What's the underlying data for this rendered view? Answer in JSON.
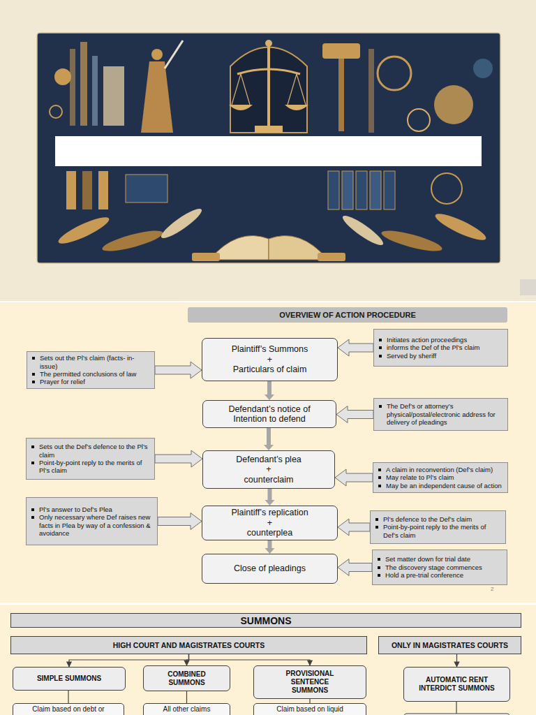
{
  "diagram": {
    "nodes": [
      {
        "text": [
          "OVERVIEW OF ACTION PROCEDURE"
        ]
      },
      {
        "text": [
          "Plaintiff’s Summons",
          "+",
          "Particulars of claim"
        ]
      },
      {
        "text": [
          "Sets out the Pl’s claim (facts- in-issue)",
          "The permitted conclusions of law",
          "Prayer for relief"
        ]
      },
      {
        "text": [
          "Initiates action proceedings",
          "informs the Def of the Pl’s claim",
          "Served by sheriff"
        ]
      },
      {
        "text": [
          "Defendant’s notice of Intention to defend"
        ]
      },
      {
        "text": [
          "The Def’s or attorney’s physical/postal/electronic address for delivery of pleadings"
        ]
      },
      {
        "text": [
          "Sets out the Def’s defence to the Pl’s claim",
          "Point-by-point reply to the merits of Pl’s claim"
        ]
      },
      {
        "text": [
          "Defendant’s plea",
          "+",
          "counterclaim"
        ]
      },
      {
        "text": [
          "A claim in reconvention (Def’s claim)",
          "May relate to Pl’s claim",
          "May be an independent cause of action"
        ]
      },
      {
        "text": [
          "Pl’s answer to Def’s Plea",
          "Only necessary where Def raises new facts in Plea by way of a confession & avoidance"
        ]
      },
      {
        "text": [
          "Plaintiff’s replication",
          "+",
          "counterplea"
        ]
      },
      {
        "text": [
          "Pl’s defence to the Def’s claim",
          "Point-by-point reply to the merits of Def’s claim"
        ]
      },
      {
        "text": [
          "Close of pleadings"
        ]
      },
      {
        "text": [
          "Set matter down for trial date",
          "The discovery stage commences",
          "Hold a pre-trial conference"
        ]
      },
      {
        "text": [
          "SUMMONS"
        ]
      },
      {
        "text": [
          "HIGH COURT AND MAGISTRATES COURTS"
        ]
      },
      {
        "text": [
          "ONLY IN MAGISTRATES COURTS"
        ]
      },
      {
        "text": [
          "SIMPLE SUMMONS"
        ]
      },
      {
        "text": [
          "COMBINED SUMMONS"
        ]
      },
      {
        "text": [
          "PROVISIONAL SENTENCE SUMMONS"
        ]
      },
      {
        "text": [
          "AUTOMATIC RENT INTERDICT SUMMONS"
        ]
      },
      {
        "text": [
          "Claim based on debt or"
        ]
      },
      {
        "text": [
          "All other claims"
        ]
      },
      {
        "text": [
          "Claim based on liquid"
        ]
      }
    ],
    "edges": [
      {
        "from": 2,
        "to": 1,
        "arrow": "to"
      },
      {
        "from": 3,
        "to": 1,
        "arrow": "to"
      },
      {
        "from": 5,
        "to": 4,
        "arrow": "to"
      },
      {
        "from": 6,
        "to": 7,
        "arrow": "to"
      },
      {
        "from": 8,
        "to": 7,
        "arrow": "to"
      },
      {
        "from": 9,
        "to": 10,
        "arrow": "to"
      },
      {
        "from": 11,
        "to": 10,
        "arrow": "to"
      },
      {
        "from": 13,
        "to": 12,
        "arrow": "to"
      },
      {
        "from": 1,
        "to": 4,
        "arrow": "to"
      },
      {
        "from": 4,
        "to": 7,
        "arrow": "to"
      },
      {
        "from": 7,
        "to": 10,
        "arrow": "to"
      },
      {
        "from": 10,
        "to": 12,
        "arrow": "to"
      },
      {
        "from": 15,
        "to": 17,
        "arrow": "to"
      },
      {
        "from": 15,
        "to": 18,
        "arrow": "to"
      },
      {
        "from": 15,
        "to": 19,
        "arrow": "to"
      },
      {
        "from": 16,
        "to": 20,
        "arrow": "to"
      },
      {
        "from": 17,
        "to": 21,
        "arrow": "none"
      },
      {
        "from": 18,
        "to": 22,
        "arrow": "none"
      },
      {
        "from": 19,
        "to": 23,
        "arrow": "none"
      }
    ],
    "labels": [
      "2"
    ]
  }
}
